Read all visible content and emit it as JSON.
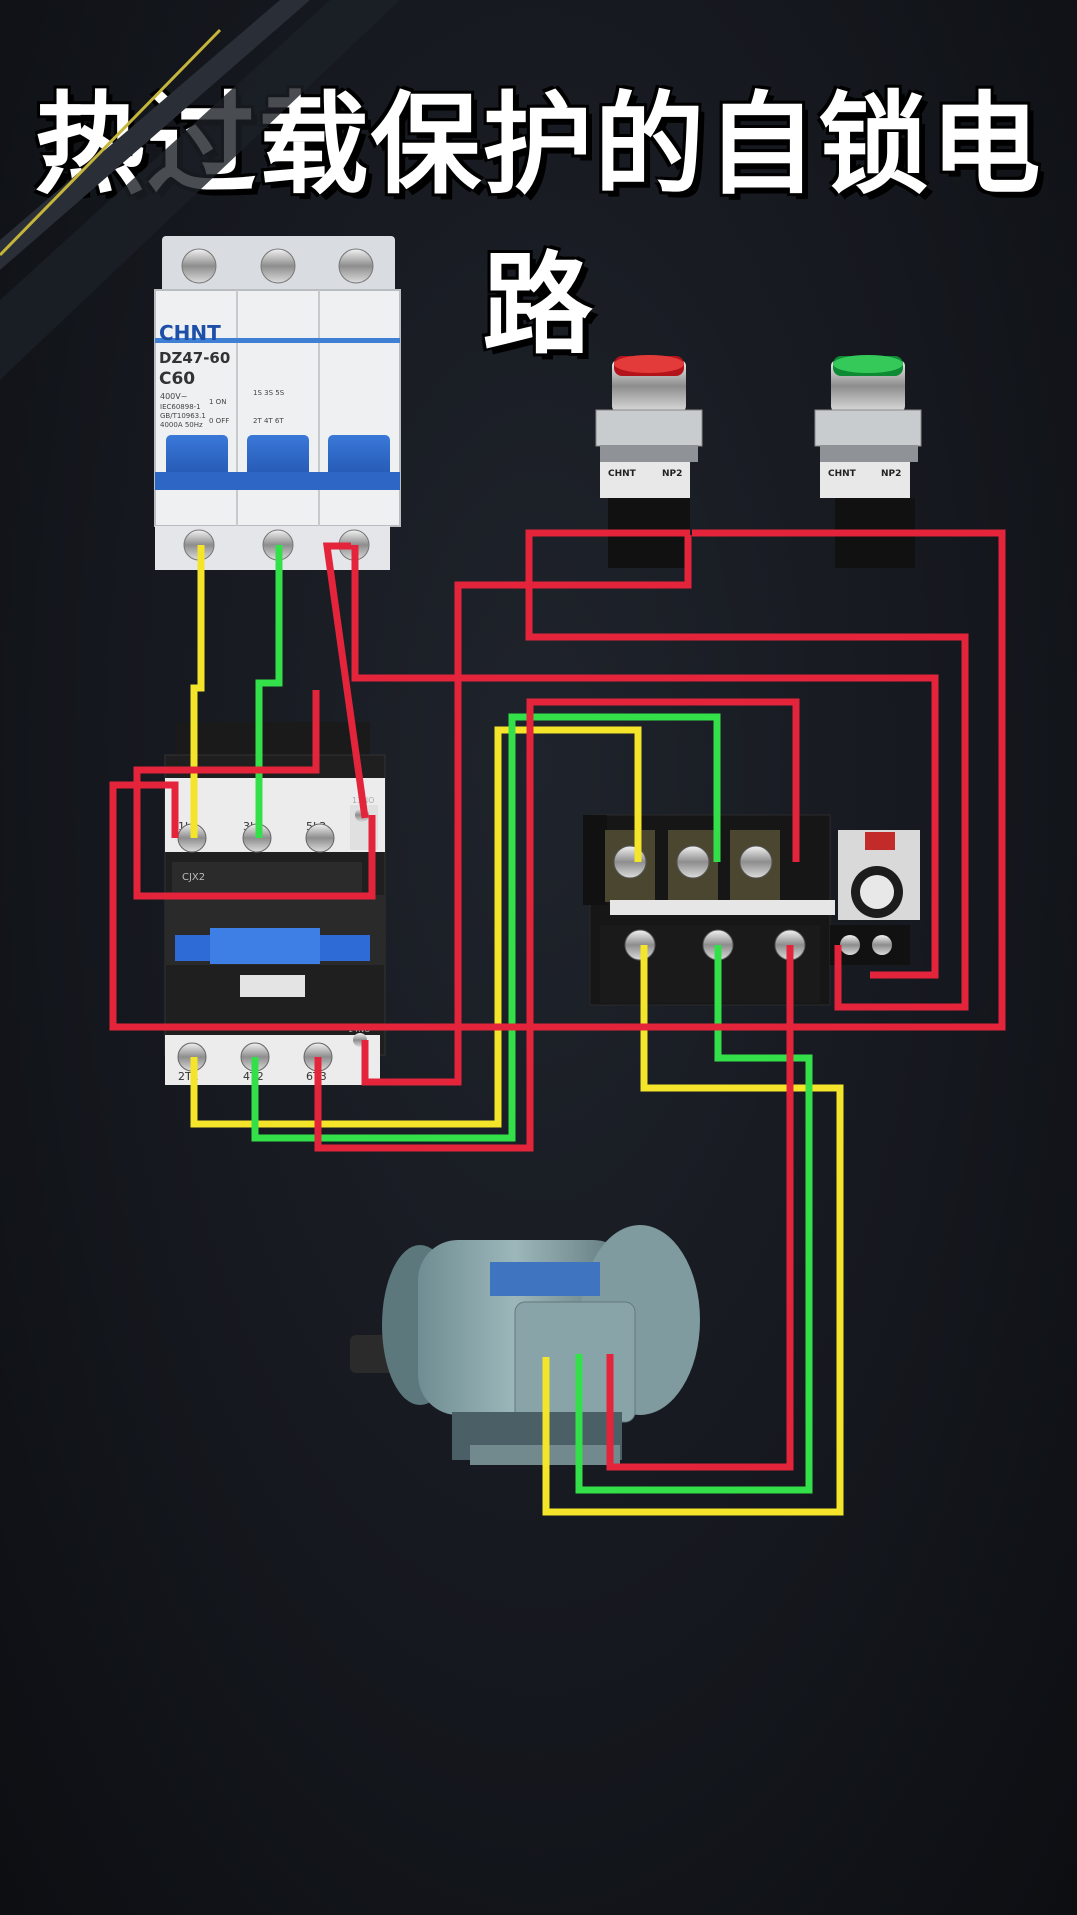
{
  "title": "热过载保护的自锁电路",
  "breaker": {
    "brand": "CHNT",
    "model": "DZ47-60",
    "rating": "C60",
    "voltage": "400V~",
    "std1": "IEC60898-1",
    "std2": "GB/T10963.1",
    "spec": "4000A 50Hz",
    "on": "1 ON",
    "off": "0 OFF",
    "terms_top": "1S 3S 5S",
    "terms_bottom": "2T 4T 6T"
  },
  "stop_button": {
    "brand": "CHNT",
    "model": "NP2",
    "color": "#d8262c"
  },
  "start_button": {
    "brand": "CHNT",
    "model": "NP2",
    "color": "#22b24c"
  },
  "contactor": {
    "model": "CJX2",
    "top_terms": [
      "1L1",
      "3L2",
      "5L3"
    ],
    "bottom_terms": [
      "2T1",
      "4T2",
      "6T3"
    ],
    "aux_top": "13NO",
    "aux_bottom": "14NO"
  },
  "wire_colors": {
    "yellow": "#f4e42a",
    "green": "#34e04a",
    "red": "#e3243b"
  }
}
